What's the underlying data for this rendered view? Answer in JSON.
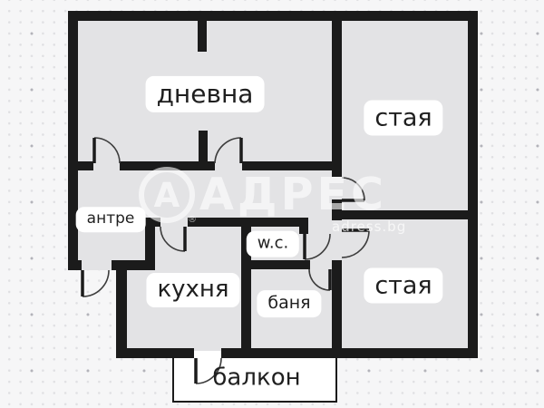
{
  "plan": {
    "type": "apartment-floor-plan",
    "rooms": [
      {
        "id": "dnevna",
        "label": "дневна"
      },
      {
        "id": "staya-top",
        "label": "стая"
      },
      {
        "id": "antre",
        "label": "антре"
      },
      {
        "id": "wc",
        "label": "w.c."
      },
      {
        "id": "kuhnya",
        "label": "кухня"
      },
      {
        "id": "banya",
        "label": "баня"
      },
      {
        "id": "staya-bottom",
        "label": "стая"
      },
      {
        "id": "balkon",
        "label": "балкон"
      }
    ],
    "watermark": {
      "brand": "АДРЕС",
      "logo_letter": "А",
      "registered_mark": "®",
      "site": "adress.bg"
    },
    "colors": {
      "wall": "#1b1b1b",
      "floor": "#e3e3e5",
      "background": "#f6f6f7",
      "label_chip": "#ffffff",
      "label_text": "#1f1f1f",
      "balcony_fill": "#ffffff",
      "watermark": "rgba(255,255,255,0.62)"
    }
  }
}
